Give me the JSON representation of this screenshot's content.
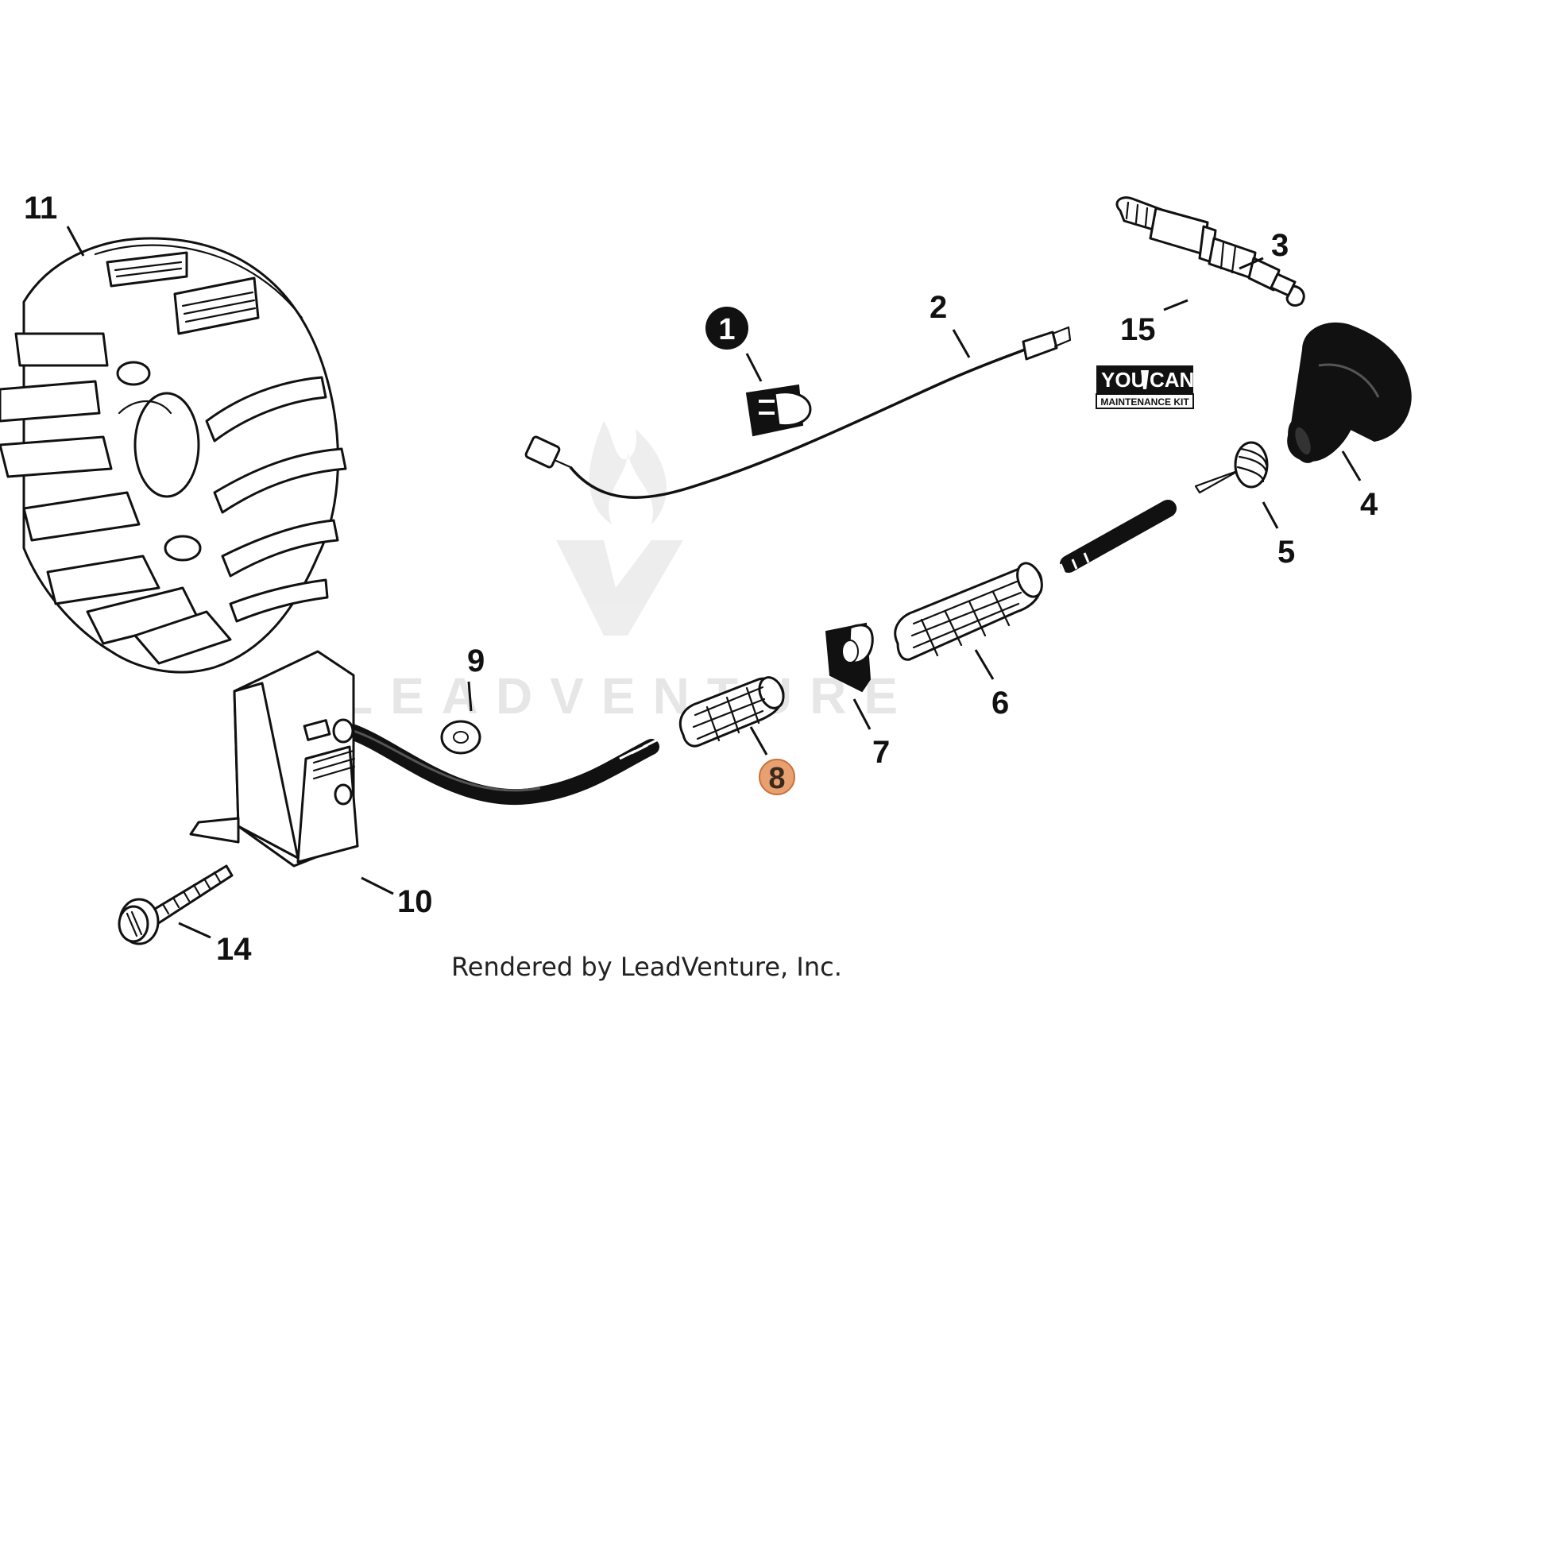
{
  "diagram": {
    "callouts": [
      {
        "id": "c1",
        "label": "1"
      },
      {
        "id": "c2",
        "label": "2"
      },
      {
        "id": "c3",
        "label": "3"
      },
      {
        "id": "c4",
        "label": "4"
      },
      {
        "id": "c5",
        "label": "5"
      },
      {
        "id": "c6",
        "label": "6"
      },
      {
        "id": "c7",
        "label": "7"
      },
      {
        "id": "c8",
        "label": "8"
      },
      {
        "id": "c9",
        "label": "9"
      },
      {
        "id": "c10",
        "label": "10"
      },
      {
        "id": "c11",
        "label": "11"
      },
      {
        "id": "c14",
        "label": "14"
      },
      {
        "id": "c15",
        "label": "15"
      }
    ],
    "highlighted_callout": "8",
    "highlight_color": "#e8a070",
    "badge": {
      "line1_left": "YOU",
      "line1_right": "CAN",
      "line2": "MAINTENANCE KIT"
    },
    "watermark": "LEADVENTURE",
    "credit": "Rendered by LeadVenture, Inc."
  }
}
